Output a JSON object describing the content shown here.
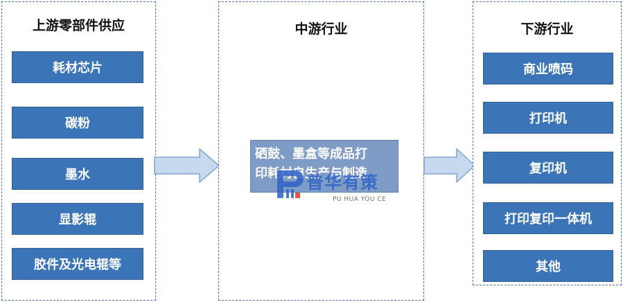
{
  "upstream": {
    "title": "上游零部件供应",
    "items": [
      "耗材芯片",
      "碳粉",
      "墨水",
      "显影辊",
      "胶件及光电辊等"
    ]
  },
  "midstream": {
    "title": "中游行业",
    "box_line1": "硒鼓、墨盒等成品打",
    "box_line2": "印耗材自生产与制造"
  },
  "downstream": {
    "title": "下游行业",
    "items": [
      "商业喷码",
      "打印机",
      "复印机",
      "打印复印一体机",
      "其他"
    ]
  },
  "watermark": {
    "name": "普华有策",
    "subtitle": "PU HUA YOU CE"
  },
  "colors": {
    "box_blue": "#3b75b8",
    "arrow_fill": "#c6d9ef",
    "dash_border": "#4b6fb5"
  }
}
